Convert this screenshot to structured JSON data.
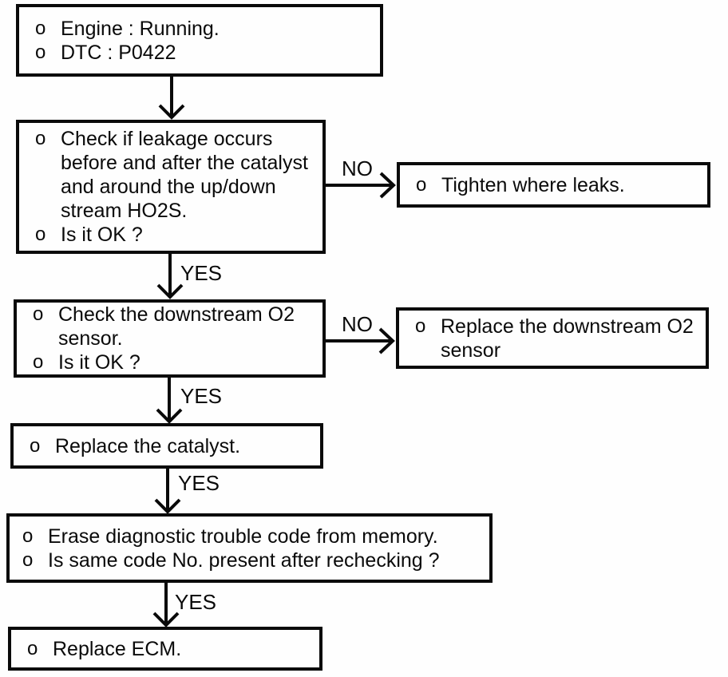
{
  "flowchart": {
    "bullet": "o",
    "labels": {
      "yes": "YES",
      "no": "NO"
    },
    "boxes": {
      "start": {
        "items": [
          "Engine : Running.",
          "DTC : P0422"
        ]
      },
      "check_leakage": {
        "items": [
          "Check if leakage occurs before and after the catalyst and around the up/down stream HO2S.",
          "Is it OK ?"
        ]
      },
      "tighten": {
        "items": [
          "Tighten where leaks."
        ]
      },
      "check_downstream": {
        "items": [
          "Check the downstream O2 sensor.",
          "Is it OK ?"
        ]
      },
      "replace_sensor": {
        "items": [
          "Replace the downstream O2 sensor"
        ]
      },
      "replace_catalyst": {
        "items": [
          "Replace the catalyst."
        ]
      },
      "erase_dtc": {
        "items": [
          "Erase diagnostic trouble code from memory.",
          "Is same code No. present after rechecking ?"
        ]
      },
      "replace_ecm": {
        "items": [
          "Replace ECM."
        ]
      }
    }
  }
}
